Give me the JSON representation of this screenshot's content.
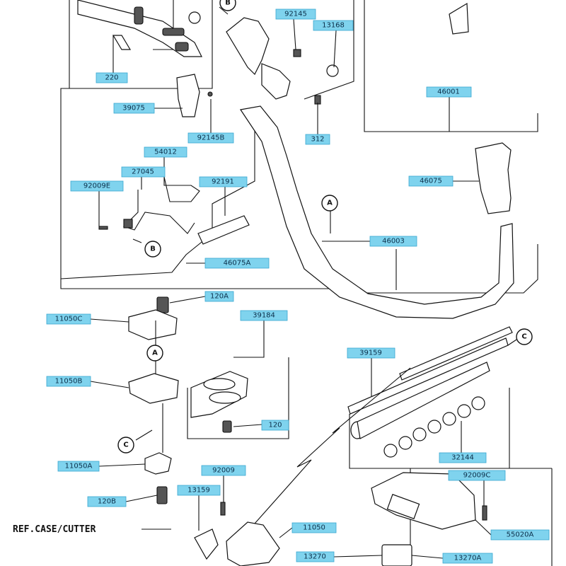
{
  "parts": [
    {
      "id": "p220",
      "label": "220"
    },
    {
      "id": "p92145",
      "label": "92145"
    },
    {
      "id": "p13168",
      "label": "13168"
    },
    {
      "id": "p39075",
      "label": "39075"
    },
    {
      "id": "p92145B",
      "label": "92145B"
    },
    {
      "id": "p312",
      "label": "312"
    },
    {
      "id": "p46001",
      "label": "46001"
    },
    {
      "id": "p54012",
      "label": "54012"
    },
    {
      "id": "p27045",
      "label": "27045"
    },
    {
      "id": "p92009E",
      "label": "92009E"
    },
    {
      "id": "p92191",
      "label": "92191"
    },
    {
      "id": "p46075",
      "label": "46075"
    },
    {
      "id": "p46003",
      "label": "46003"
    },
    {
      "id": "p46075A",
      "label": "46075A"
    },
    {
      "id": "p120A",
      "label": "120A"
    },
    {
      "id": "p11050C",
      "label": "11050C"
    },
    {
      "id": "p39184",
      "label": "39184"
    },
    {
      "id": "p39159",
      "label": "39159"
    },
    {
      "id": "p11050B",
      "label": "11050B"
    },
    {
      "id": "p120",
      "label": "120"
    },
    {
      "id": "p32144",
      "label": "32144"
    },
    {
      "id": "p11050A",
      "label": "11050A"
    },
    {
      "id": "p92009",
      "label": "92009"
    },
    {
      "id": "p92009C",
      "label": "92009C"
    },
    {
      "id": "p120B",
      "label": "120B"
    },
    {
      "id": "p13159",
      "label": "13159"
    },
    {
      "id": "p11050",
      "label": "11050"
    },
    {
      "id": "p55020A",
      "label": "55020A"
    },
    {
      "id": "p13270",
      "label": "13270"
    },
    {
      "id": "p13270A",
      "label": "13270A"
    }
  ],
  "callouts": [
    {
      "id": "cA1",
      "letter": "A"
    },
    {
      "id": "cA2",
      "letter": "A"
    },
    {
      "id": "cB1",
      "letter": "B"
    },
    {
      "id": "cB2",
      "letter": "B"
    },
    {
      "id": "cC1",
      "letter": "C"
    },
    {
      "id": "cC2",
      "letter": "C"
    }
  ],
  "ref_text": "REF.CASE/CUTTER",
  "colors": {
    "label_fill": "#7fd3ee",
    "label_border": "#3aa7cf",
    "line": "#111111"
  }
}
